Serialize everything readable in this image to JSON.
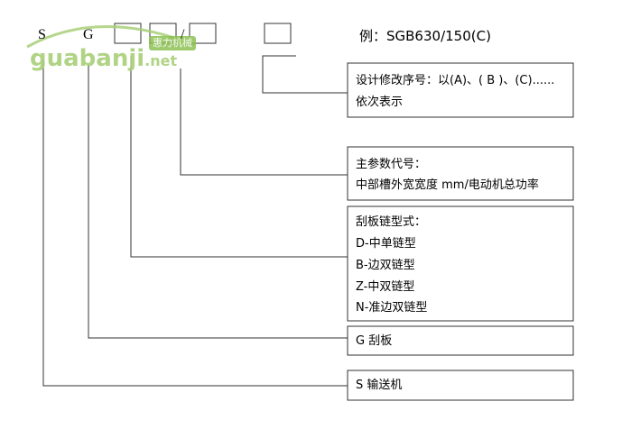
{
  "code": {
    "letter_s": "S",
    "letter_g": "G",
    "slash": "/"
  },
  "example": {
    "text": "例：SGB630/150(C)"
  },
  "watermark": {
    "text": "guabanji",
    "suffix": ".net",
    "badge": "惠力机械"
  },
  "boxes": {
    "design_revision": {
      "line1": "设计修改序号：以(A)、( B )、(C)......",
      "line2": "依次表示"
    },
    "main_parameter": {
      "line1": "主参数代号：",
      "line2": "中部槽外宽宽度  mm/电动机总功率"
    },
    "chain_type": {
      "title": "刮板链型式：",
      "options": [
        "D-中单链型",
        "B-边双链型",
        "Z-中双链型",
        "N-准边双链型"
      ]
    },
    "scraper": {
      "label": "G 刮板"
    },
    "conveyor": {
      "label": "S 输送机"
    }
  },
  "colors": {
    "line": "#333333",
    "watermark": "#a8cf78",
    "badge_bg": "#8cc152"
  }
}
